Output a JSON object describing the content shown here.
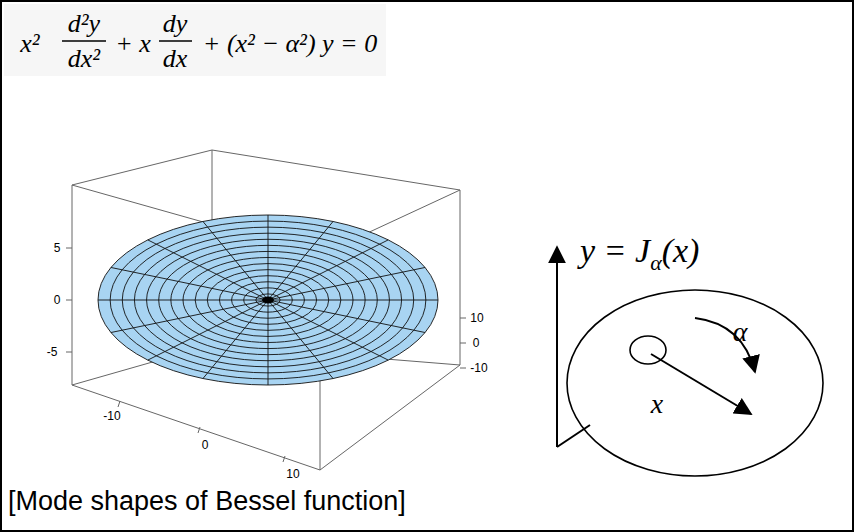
{
  "diagram": {
    "caption": "[Mode shapes of Bessel function]",
    "nodes": [
      {
        "text": [
          "α",
          "x"
        ]
      }
    ],
    "labels": [
      "x²",
      "d²y",
      "dx²",
      "+ x",
      "dy",
      "dx",
      "+ (x² − α²) y = 0",
      "5",
      "0",
      "-5",
      "-10",
      "0",
      "10",
      "10",
      "0",
      "-10",
      "y = J",
      "α",
      "(x)"
    ]
  }
}
